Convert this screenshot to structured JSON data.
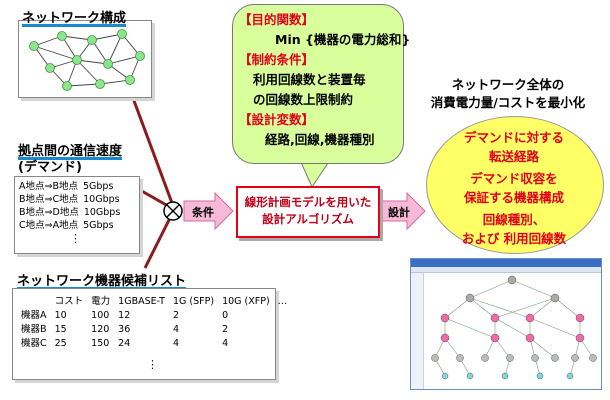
{
  "network_config": {
    "title": "ネットワーク構成"
  },
  "demand": {
    "title_line1": "拠点間の通信速度",
    "title_line2": "(デマンド)",
    "rows": [
      {
        "from": "A地点",
        "arrow": "⇒",
        "to": "B地点",
        "speed": "5Gbps"
      },
      {
        "from": "B地点",
        "arrow": "⇒",
        "to": "C地点",
        "speed": "10Gbps"
      },
      {
        "from": "B地点",
        "arrow": "⇒",
        "to": "D地点",
        "speed": "10Gbps"
      },
      {
        "from": "C地点",
        "arrow": "⇒",
        "to": "A地点",
        "speed": "5Gbps"
      }
    ],
    "ellipsis": "⋮"
  },
  "candidates": {
    "title": "ネットワーク機器候補リスト",
    "headers": [
      "",
      "コスト",
      "電力",
      "1GBASE-T",
      "1G (SFP)",
      "10G (XFP)",
      "…"
    ],
    "rows": [
      [
        "機器A",
        "10",
        "100",
        "12",
        "2",
        "0"
      ],
      [
        "機器B",
        "15",
        "120",
        "36",
        "4",
        "2"
      ],
      [
        "機器C",
        "25",
        "150",
        "24",
        "4",
        "4"
      ]
    ],
    "ellipsis": "⋮"
  },
  "model": {
    "objective_title": "【目的関数】",
    "objective_body": "Min {機器の電力総和}",
    "constraint_title": "【制約条件】",
    "constraint_body1": "利用回線数と装置毎",
    "constraint_body2": "の回線数上限制約",
    "variable_title": "【設計変数】",
    "variable_body": "経路,回線,機器種別"
  },
  "arrows": {
    "condition_label": "条件",
    "design_label": "設計",
    "combine_symbol": "⊗"
  },
  "algorithm": {
    "line1": "線形計画モデルを用いた",
    "line2": "設計アルゴリズム"
  },
  "goal": {
    "line1": "ネットワーク全体の",
    "line2": "消費電力量/コストを最小化"
  },
  "result": {
    "line1": "デマンドに対する",
    "line2": "転送経路",
    "line3": "デマンド収容を",
    "line4": "保証する機器構成",
    "line5": "回線種別、",
    "line6": "および 利用回線数"
  },
  "colors": {
    "network_node": "#8ee38e",
    "bubble_fill": "#d8ff9c",
    "result_fill": "#ffff66",
    "accent_red": "#e3001b",
    "arrow_pink": "#f7b9d8",
    "connector": "#8a1c1c",
    "underline": "#1a8ad0"
  }
}
